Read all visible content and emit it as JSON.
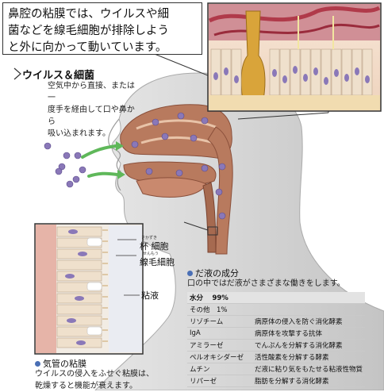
{
  "callout": {
    "lines": [
      "鼻腔の粘膜では、ウイルスや細",
      "菌などを線毛細胞が排除しよう",
      "と外に向かって動いています。"
    ]
  },
  "virus": {
    "title": "ウイルス＆細菌",
    "desc_lines": [
      "空気中から直接、または一",
      "度手を経由して口や鼻から",
      "吸い込まれます。"
    ]
  },
  "labels": {
    "cup_cell": "杯 細胞",
    "cup_ruby": "さかずき",
    "cilia_cell": "線毛細胞",
    "cilia_ruby": "せんもう",
    "mucus": "粘液"
  },
  "trachea": {
    "title": "気管の粘膜",
    "desc_lines": [
      "ウイルスの侵入をふせぐ粘膜は、",
      "乾燥すると機能が衰えます。"
    ]
  },
  "saliva": {
    "title": "だ液の成分",
    "desc": "口の中ではだ液がさまざまな働きをします。",
    "water": "水分　 99%",
    "other": "その他　1%",
    "rows": [
      {
        "name": "リゾチーム",
        "effect": "病原体の侵入を防ぐ消化酵素"
      },
      {
        "name": "IgA",
        "effect": "病原体を攻撃する抗体"
      },
      {
        "name": "アミラーゼ",
        "effect": "でんぷんを分解する消化酵素"
      },
      {
        "name": "ペルオキシダーゼ",
        "effect": "活性酸素を分解する酵素"
      },
      {
        "name": "ムチン",
        "effect": "だ液に粘り気をもたせる粘液性物質"
      },
      {
        "name": "リパーゼ",
        "effect": "脂肪を分解する消化酵素"
      }
    ]
  },
  "colors": {
    "skin": "#dcdcdc",
    "airway": "#b87a5e",
    "virus": "#8a78b8",
    "arrow": "#5fb85a",
    "accent_bullet": "#4a6fb5"
  }
}
